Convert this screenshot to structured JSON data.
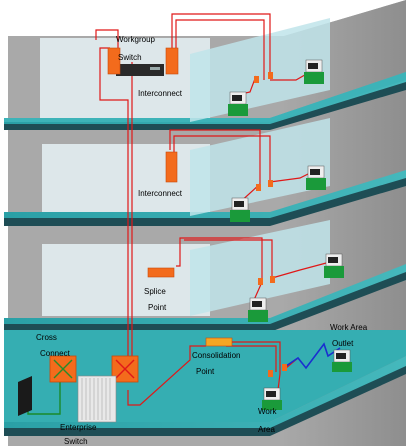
{
  "labels": {
    "workgroup": "Workgroup",
    "switch": "Switch",
    "interconnect_top": "Interconnect",
    "interconnect_mid": "Interconnect",
    "splice": "Splice",
    "point": "Point",
    "cross": "Cross",
    "connect": "Connect",
    "enterprise": "Enterprise",
    "switch_bottom": "Switch",
    "consolidation": "Consolidation",
    "consolidation_point": "Point",
    "work_area_outlet_1": "Work Area",
    "work_area_outlet_2": "Outlet",
    "work_1": "Work",
    "work_2": "Area"
  },
  "colors": {
    "building_side": "#9a9a9a",
    "building_face": "#b5b5b5",
    "floor_top": "#2fa7ac",
    "floor_edge": "#1f4f56",
    "partition": "#bfe4ea",
    "cable_red": "#e01818",
    "cable_green": "#1a8a2a",
    "cable_blue": "#1a2fd0",
    "connector_orange": "#f36b1c",
    "computer_green": "#1a9a3a"
  }
}
